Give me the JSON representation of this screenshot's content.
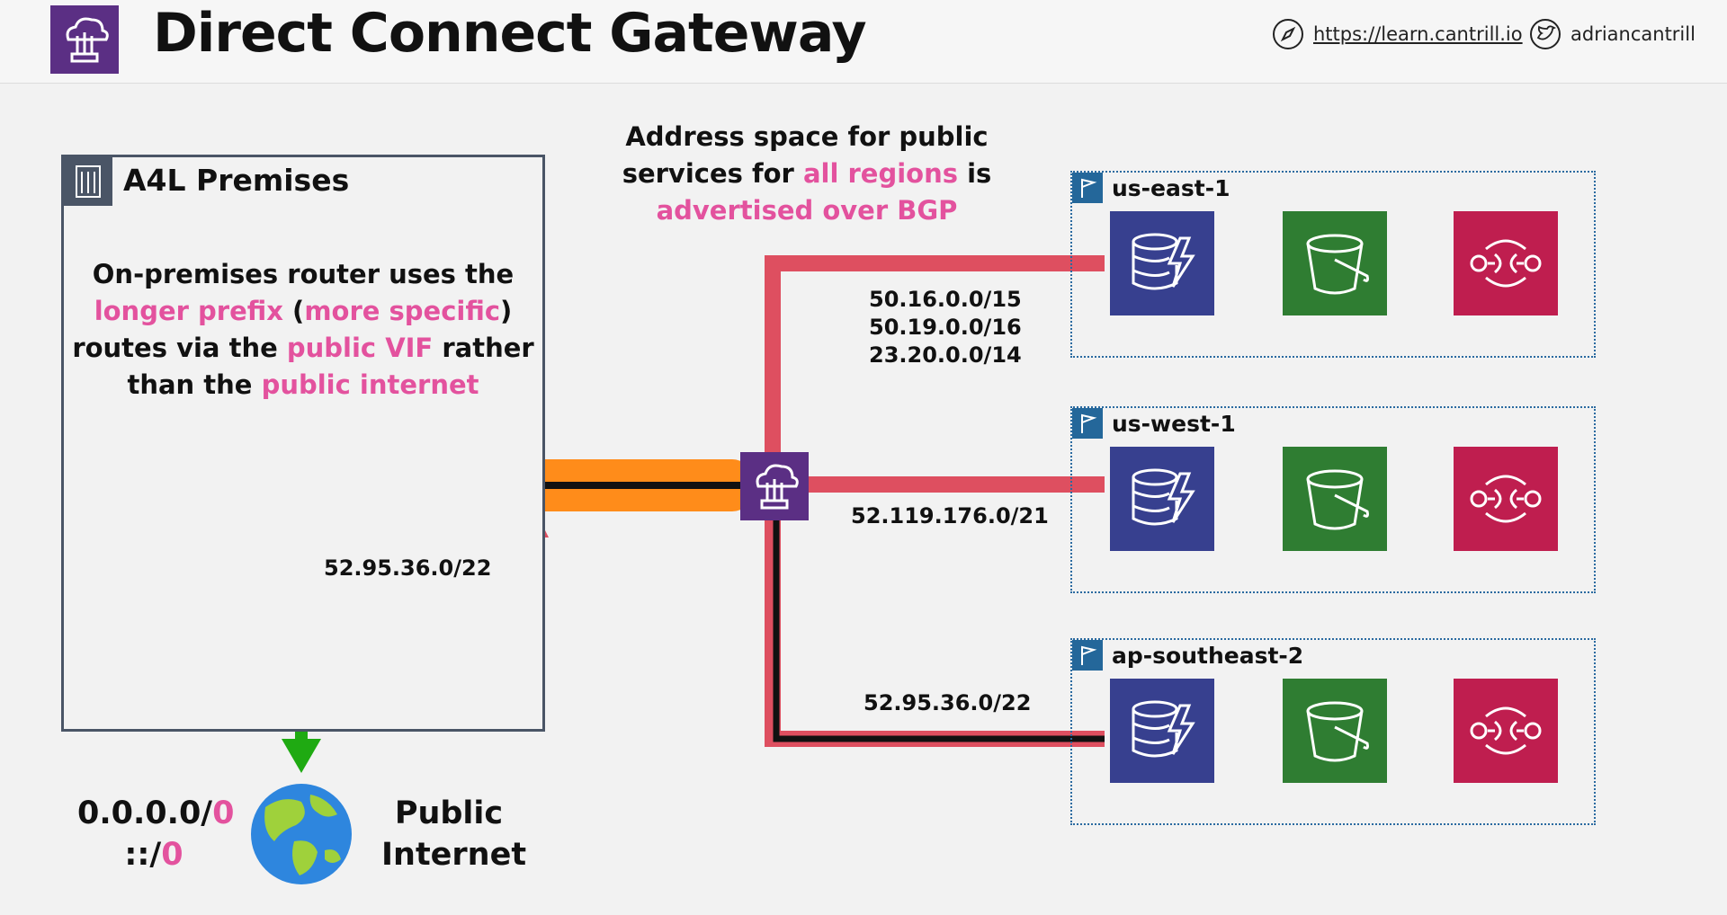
{
  "header": {
    "title": "Direct Connect Gateway",
    "site_url": "https://learn.cantrill.io",
    "twitter": "adriancantrill",
    "logo_icon": "direct-connect-gateway-icon"
  },
  "premises": {
    "label": "A4L Premises",
    "description": [
      {
        "text": "On-premises router uses the ",
        "pink": false
      },
      {
        "text": "longer prefix",
        "pink": true
      },
      {
        "text": " (",
        "pink": false
      },
      {
        "text": "more specific",
        "pink": true
      },
      {
        "text": ") routes via the ",
        "pink": false
      },
      {
        "text": "public VIF",
        "pink": true
      },
      {
        "text": " rather than the ",
        "pink": false
      },
      {
        "text": "public internet",
        "pink": true
      }
    ],
    "advertised_cidr": "52.95.36.0/22"
  },
  "bgp_note": [
    {
      "text": "Address space for public services for ",
      "pink": false
    },
    {
      "text": "all regions",
      "pink": true
    },
    {
      "text": " is ",
      "pink": false
    },
    {
      "text": "advertised over BGP",
      "pink": true
    }
  ],
  "regions": [
    {
      "name": "us-east-1",
      "cidrs": [
        "50.16.0.0/15",
        "50.19.0.0/16",
        "23.20.0.0/14"
      ]
    },
    {
      "name": "us-west-1",
      "cidrs": [
        "52.119.176.0/21"
      ]
    },
    {
      "name": "ap-southeast-2",
      "cidrs": [
        "52.95.36.0/22"
      ]
    }
  ],
  "internet": {
    "routes": [
      "0.0.0.0/",
      "0",
      "::/",
      "0"
    ],
    "label_line1": "Public",
    "label_line2": "Internet"
  },
  "colors": {
    "accent_pink": "#e3529e",
    "route_red": "#de4f60",
    "vif_orange": "#ff8c1a",
    "internet_green": "#1faa12",
    "gateway_purple": "#5b2f84",
    "dynamodb_blue": "#37408f",
    "s3_green": "#2f7d32",
    "sqs_red": "#bf1e4f"
  }
}
